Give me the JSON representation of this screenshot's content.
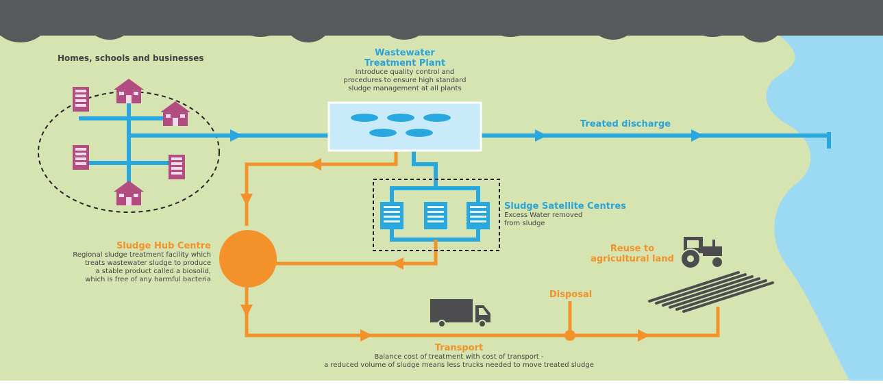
{
  "colors": {
    "background": "#d6e4b2",
    "clouds": "#58595b",
    "water_pipe": "#29a8e0",
    "river": "#9cd9f3",
    "sludge_pipe": "#f3922b",
    "buildings": "#b24d82",
    "vehicles": "#4d4d4f",
    "text_dark": "#404040"
  },
  "homes": {
    "title": "Homes, schools and businesses"
  },
  "treatment_plant": {
    "title_line1": "Wastewater",
    "title_line2": "Treatment Plant",
    "desc_lines": [
      "Introduce quality control and",
      "procedures to ensure high standard",
      "sludge management at all plants"
    ]
  },
  "discharge": {
    "label": "Treated discharge"
  },
  "satellite": {
    "title": "Sludge Satellite Centres",
    "desc_lines": [
      "Excess Water removed",
      "from sludge"
    ]
  },
  "hub": {
    "title": "Sludge Hub Centre",
    "desc_lines": [
      "Regional sludge treatment facility which",
      "treats wastewater sludge to produce",
      "a stable product called a biosolid,",
      "which is free of any harmful bacteria"
    ]
  },
  "reuse": {
    "line1": "Reuse to",
    "line2": "agricultural land"
  },
  "disposal": {
    "label": "Disposal"
  },
  "transport": {
    "title": "Transport",
    "desc_lines": [
      "Balance cost of treatment with cost of transport -",
      "a reduced volume of sludge means less trucks needed to move treated sludge"
    ]
  },
  "icons": [
    "cloud-icon",
    "apartment-icon",
    "house-icon",
    "settling-tank-icon",
    "satellite-building-icon",
    "truck-icon",
    "tractor-icon",
    "field-icon",
    "river-icon",
    "arrow-icon"
  ]
}
